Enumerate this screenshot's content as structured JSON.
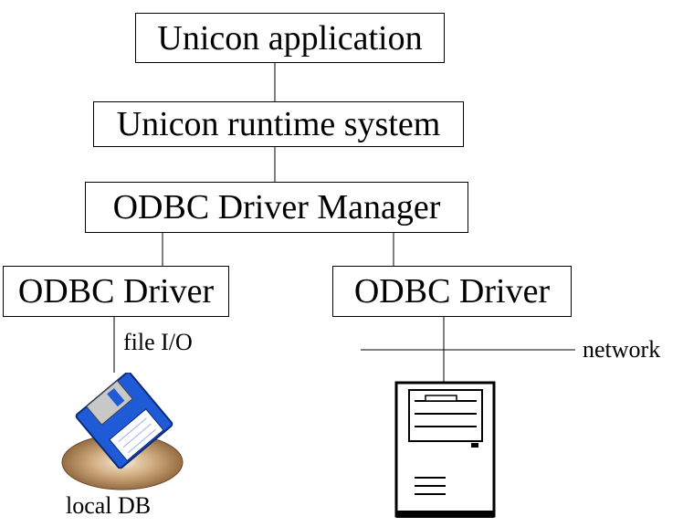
{
  "diagram": {
    "application": "Unicon application",
    "runtime": "Unicon runtime system",
    "driver_manager": "ODBC Driver Manager",
    "driver_left": "ODBC Driver",
    "driver_right": "ODBC Driver",
    "file_io_label": "file I/O",
    "network_label": "network",
    "local_db_label": "local DB"
  },
  "icons": {
    "local_db": "floppy-disk-on-platter-icon",
    "server": "server-tower-icon"
  },
  "colors": {
    "line": "#000000",
    "floppy_blue": "#1f5bd6",
    "platter_brown": "#a97c4e"
  }
}
